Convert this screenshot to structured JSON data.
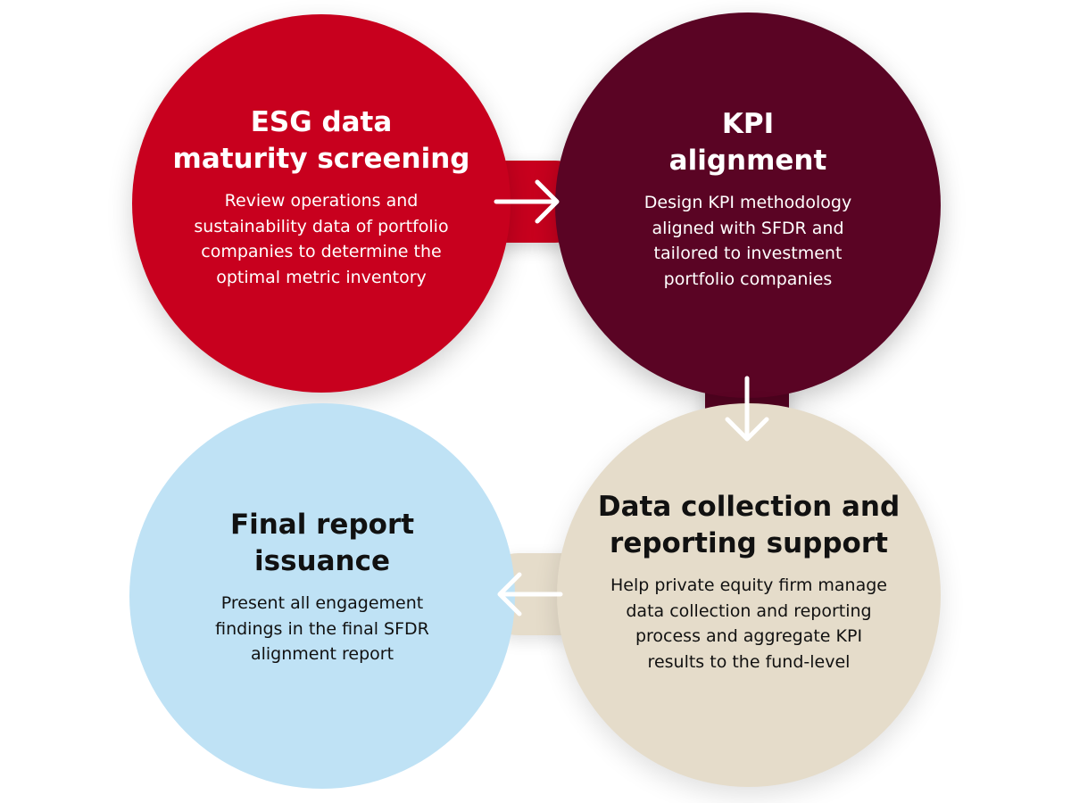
{
  "steps": [
    {
      "title": "ESG data\nmaturity screening",
      "description": "Review operations and\nsustainability data of portfolio\ncompanies to determine the\noptimal metric inventory",
      "color": "#c8001e",
      "text_color": "#ffffff"
    },
    {
      "title": "KPI\nalignment",
      "description": "Design KPI methodology\naligned with SFDR and\ntailored to investment\nportfolio companies",
      "color": "#5a0424",
      "text_color": "#ffffff"
    },
    {
      "title": "Data collection and\nreporting support",
      "description": "Help private equity firm manage\ndata collection and reporting\nprocess and aggregate KPI\nresults to the fund-level",
      "color": "#e5dcca",
      "text_color": "#111111"
    },
    {
      "title": "Final report\nissuance",
      "description": "Present all engagement\nfindings in the final SFDR\nalignment report",
      "color": "#bfe2f5",
      "text_color": "#111111"
    }
  ],
  "connectors": [
    {
      "from": 1,
      "to": 2,
      "direction": "right",
      "icon": "arrow-right-icon"
    },
    {
      "from": 2,
      "to": 3,
      "direction": "down",
      "icon": "arrow-down-icon"
    },
    {
      "from": 3,
      "to": 4,
      "direction": "left",
      "icon": "arrow-left-icon"
    }
  ]
}
